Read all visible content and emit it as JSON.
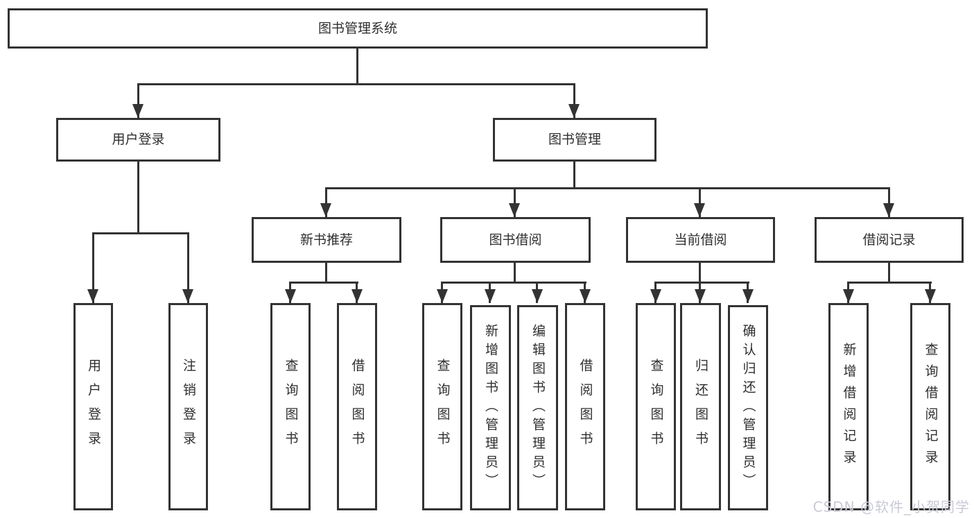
{
  "colors": {
    "line": "#333333",
    "border": "#333333",
    "text": "#2f2f2f",
    "watermark": "#c9cad6",
    "bg": "#ffffff"
  },
  "diagram": {
    "root": {
      "label": "图书管理系统",
      "children": [
        {
          "label": "用户登录",
          "children": [
            {
              "label": "用户登录"
            },
            {
              "label": "注销登录"
            }
          ]
        },
        {
          "label": "图书管理",
          "children": [
            {
              "label": "新书推荐",
              "children": [
                {
                  "label": "查询图书"
                },
                {
                  "label": "借阅图书"
                }
              ]
            },
            {
              "label": "图书借阅",
              "children": [
                {
                  "label": "查询图书"
                },
                {
                  "label": "新增图书（管理员）"
                },
                {
                  "label": "编辑图书（管理员）"
                },
                {
                  "label": "借阅图书"
                }
              ]
            },
            {
              "label": "当前借阅",
              "children": [
                {
                  "label": "查询图书"
                },
                {
                  "label": "归还图书"
                },
                {
                  "label": "确认归还（管理员）"
                }
              ]
            },
            {
              "label": "借阅记录",
              "children": [
                {
                  "label": "新增借阅记录"
                },
                {
                  "label": "查询借阅记录"
                }
              ]
            }
          ]
        }
      ]
    }
  },
  "watermark": {
    "text": "CSDN @软件_小贺同学"
  }
}
